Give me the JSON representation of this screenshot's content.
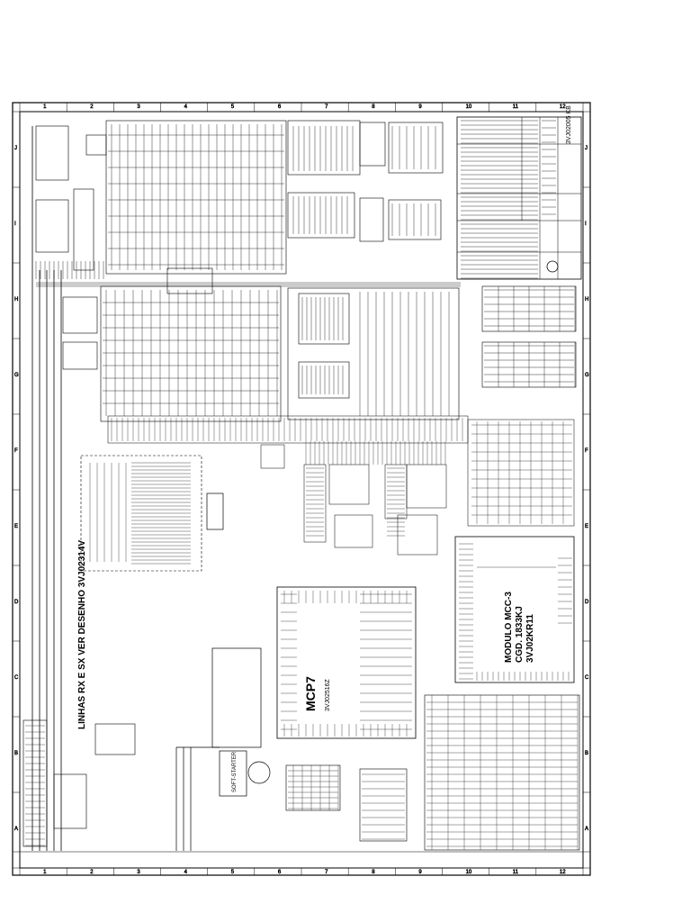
{
  "grid": {
    "bottom_numbers": [
      "1",
      "2",
      "3",
      "4",
      "5",
      "6",
      "7",
      "8",
      "9",
      "10",
      "11",
      "12"
    ],
    "side_numbers": [
      "A",
      "B",
      "C",
      "D",
      "E",
      "F",
      "G",
      "H",
      "I",
      "J"
    ]
  },
  "labels": {
    "lines_note": "LINHAS RX E SX VER DESENHO 3VJ02314V",
    "mcp7_title": "MCP7",
    "mcp7_code": "3VJ02516Z",
    "module_title": "MODULO MCC-3",
    "module_code1": "CGD. 1833KJ",
    "module_code2": "3VJ02KR11",
    "softstarter": "SOFT-STARTER",
    "title_block_code": "3VJ02005 KB"
  }
}
